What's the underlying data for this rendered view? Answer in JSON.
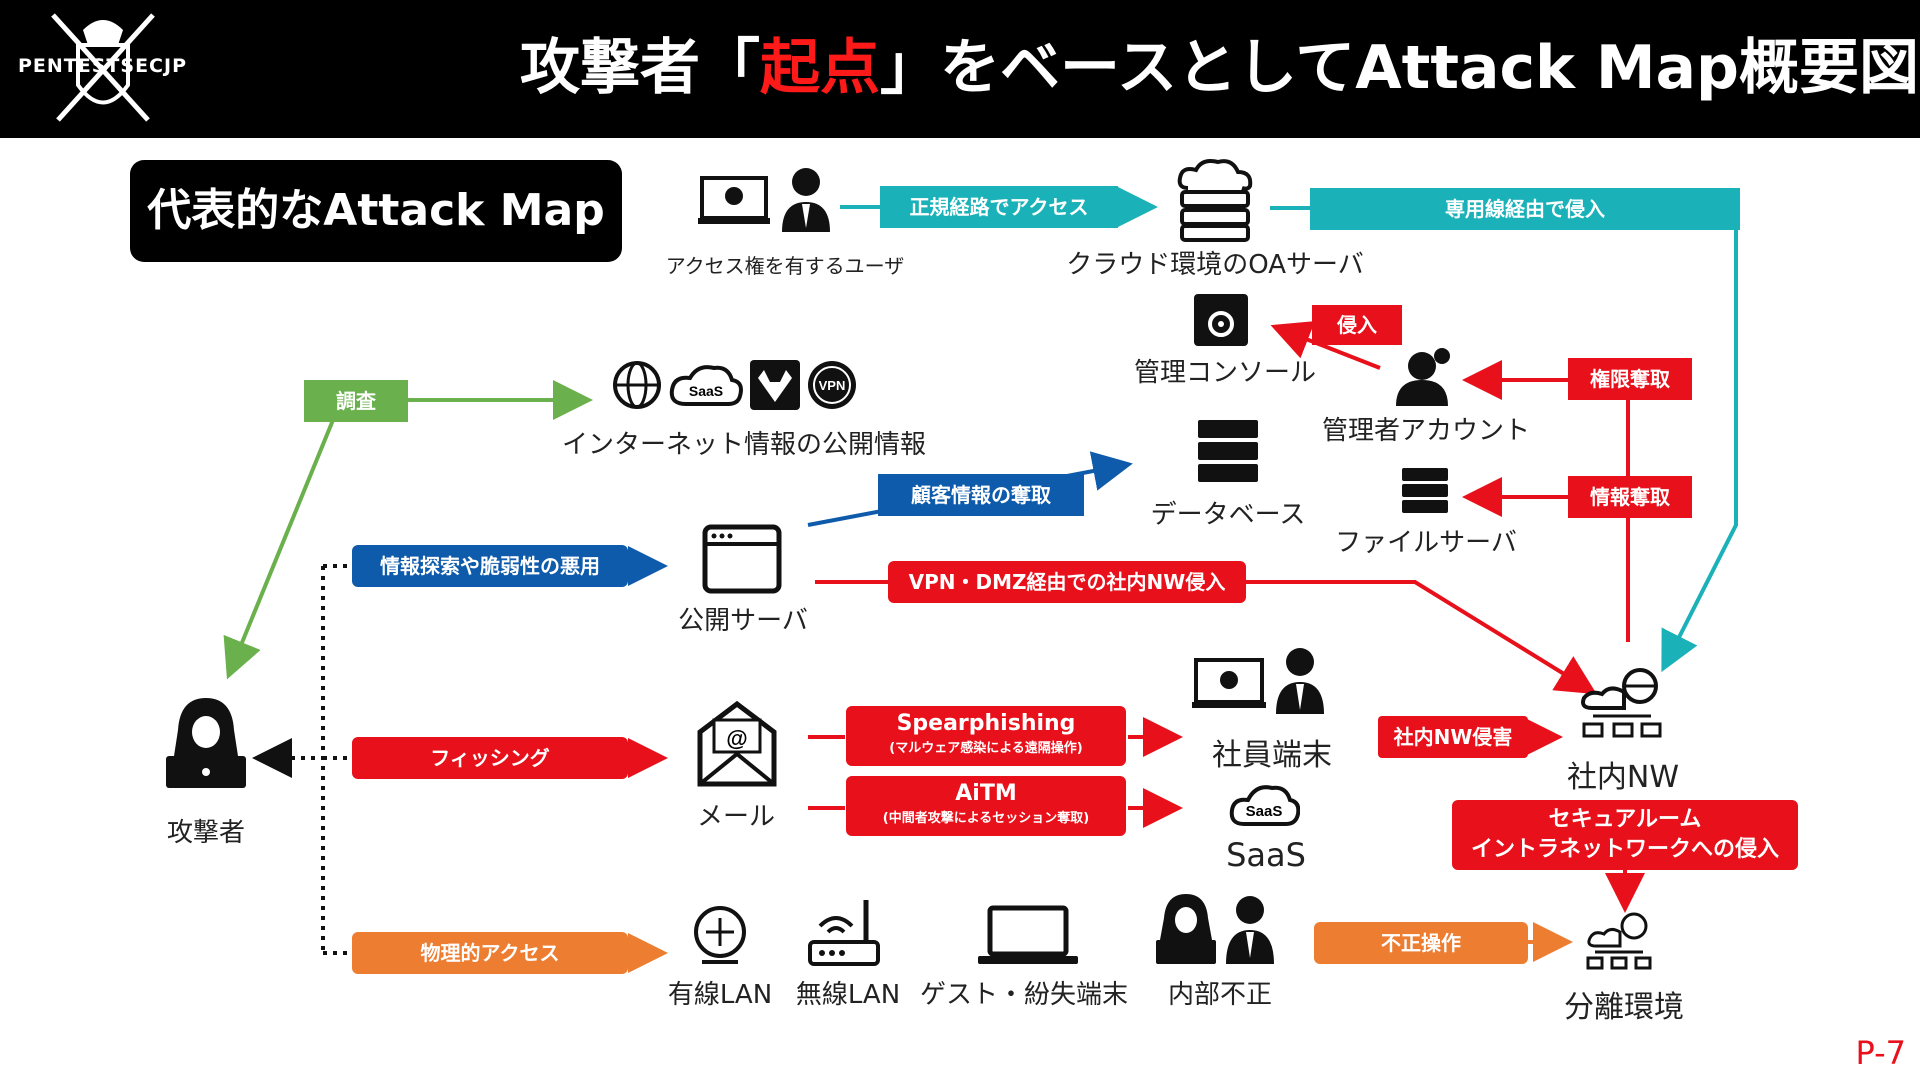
{
  "header": {
    "logo_text": "PENTESTSECJP",
    "title_pre": "攻撃者「",
    "title_highlight": "起点",
    "title_post": "」をベースとしてAttack Map概要図"
  },
  "badge": "代表的なAttack Map",
  "nodes": {
    "user_with_access": "アクセス権を有するユーザ",
    "cloud_oa_server": "クラウド環境のOAサーバ",
    "admin_console": "管理コンソール",
    "admin_account": "管理者アカウント",
    "internet_info": "インターネット情報の公開情報",
    "database": "データベース",
    "file_server": "ファイルサーバ",
    "public_server": "公開サーバ",
    "attacker": "攻撃者",
    "mail": "メール",
    "employee_terminal": "社員端末",
    "saas": "SaaS",
    "internal_nw": "社内NW",
    "wired_lan": "有線LAN",
    "wireless_lan": "無線LAN",
    "guest_lost_terminal": "ゲスト・紛失端末",
    "insider": "内部不正",
    "isolated_env": "分離環境"
  },
  "edges": {
    "legit_access": "正規経路でアクセス",
    "dedicated_line": "専用線経由で侵入",
    "intrusion": "侵入",
    "privilege_theft": "権限奪取",
    "survey": "調査",
    "customer_info_theft": "顧客情報の奪取",
    "info_theft": "情報奪取",
    "info_search": "情報探索や脆弱性の悪用",
    "vpn_dmz": "VPN・DMZ経由での社内NW侵入",
    "phishing": "フィッシング",
    "spearphishing": "Spearphishing",
    "spearphishing_sub": "(マルウェア感染による遠隔操作)",
    "aitm": "AiTM",
    "aitm_sub": "(中間者攻撃によるセッション奪取)",
    "internal_nw_breach": "社内NW侵害",
    "secure_room_1": "セキュアルーム",
    "secure_room_2": "イントラネットワークへの侵入",
    "physical_access": "物理的アクセス",
    "unauthorized_op": "不正操作"
  },
  "icons": {
    "saas_small": "SaaS",
    "vpn_small": "VPN"
  },
  "page_number": "P-7",
  "colors": {
    "teal": "#1ab2b8",
    "green": "#6ab04c",
    "blue": "#0f5bab",
    "red": "#e8101a",
    "orange": "#ed7d31"
  }
}
